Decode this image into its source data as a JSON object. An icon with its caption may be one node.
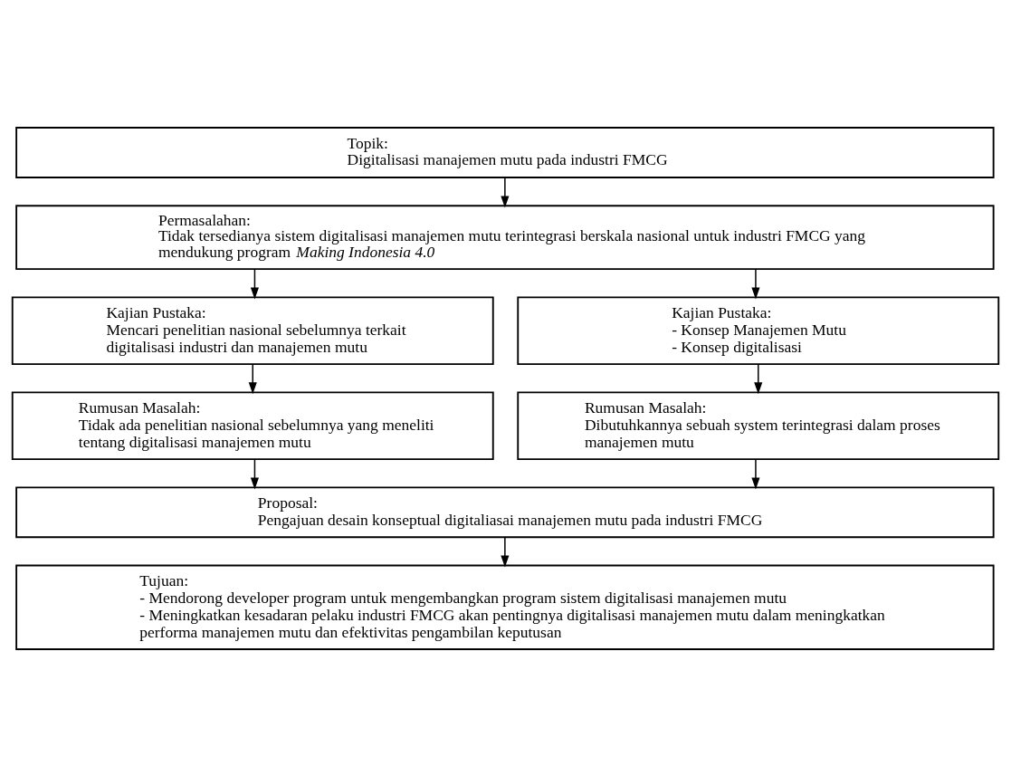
{
  "diagram": {
    "nodes": [
      {
        "text": [
          "Topik:",
          "Digitalisasi manajemen mutu pada industri FMCG"
        ]
      },
      {
        "text": [
          "Permasalahan:",
          "Tidak tersedianya sistem digitalisasi manajemen mutu terintegrasi berskala nasional untuk industri FMCG yang mendukung program *Making Indonesia 4.0*"
        ]
      },
      {
        "text": [
          "Kajian Pustaka:",
          "Mencari penelitian nasional sebelumnya terkait digitalisasi industri dan manajemen mutu"
        ]
      },
      {
        "text": [
          "Kajian Pustaka:",
          "- Konsep Manajemen Mutu",
          "- Konsep digitalisasi"
        ]
      },
      {
        "text": [
          "Rumusan Masalah:",
          "Tidak ada penelitian nasional sebelumnya yang meneliti tentang digitalisasi manajemen mutu"
        ]
      },
      {
        "text": [
          "Rumusan Masalah:",
          "Dibutuhkannya sebuah system terintegrasi dalam proses manajemen mutu"
        ]
      },
      {
        "text": [
          "Proposal:",
          "Pengajuan desain konseptual digitaliasai manajemen mutu pada industri FMCG"
        ]
      },
      {
        "text": [
          "Tujuan:",
          "- Mendorong developer program untuk mengembangkan program sistem digitalisasi manajemen mutu",
          "- Meningkatkan kesadaran pelaku industri FMCG akan pentingnya digitalisasi manajemen mutu dalam meningkatkan performa manajemen mutu dan efektivitas pengambilan keputusan"
        ]
      }
    ],
    "edges": [
      {
        "from": 0,
        "to": 1,
        "arrow": "to"
      },
      {
        "from": 1,
        "to": 2,
        "arrow": "to"
      },
      {
        "from": 1,
        "to": 3,
        "arrow": "to"
      },
      {
        "from": 2,
        "to": 4,
        "arrow": "to"
      },
      {
        "from": 3,
        "to": 5,
        "arrow": "to"
      },
      {
        "from": 4,
        "to": 6,
        "arrow": "to"
      },
      {
        "from": 5,
        "to": 6,
        "arrow": "to"
      },
      {
        "from": 6,
        "to": 7,
        "arrow": "to"
      }
    ]
  }
}
